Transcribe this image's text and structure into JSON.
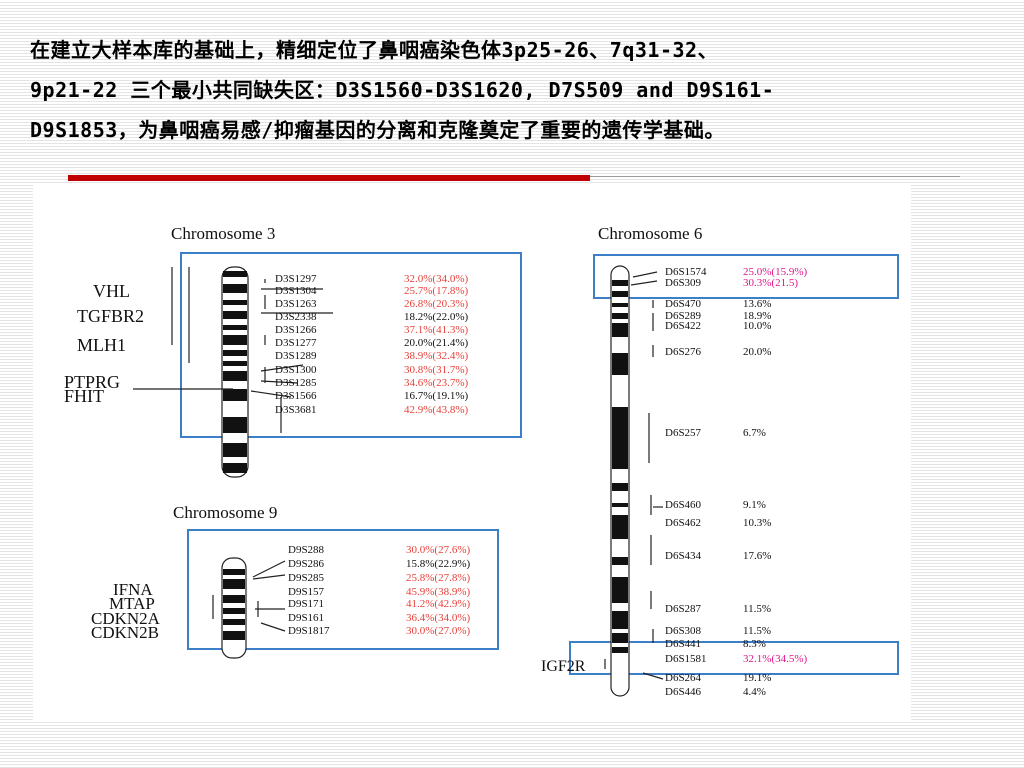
{
  "slide": {
    "text_lines": [
      "在建立大样本库的基础上，精细定位了鼻咽癌染色体3p25-26、7q31-32、",
      "9p21-22 三个最小共同缺失区：D3S1560-D3S1620, D7S509 and D9S161-",
      "D9S1853，为鼻咽癌易感/抑瘤基因的分离和克隆奠定了重要的遗传学基础。"
    ]
  },
  "figure": {
    "chr3": {
      "title": "Chromosome 3",
      "genes": [
        "VHL",
        "TGFBR2",
        "MLH1",
        "PTPRG",
        "FHIT"
      ],
      "markers": [
        {
          "name": "D3S1297",
          "value": "32.0%(34.0%)",
          "highlight": true
        },
        {
          "name": "D3S1304",
          "value": "25.7%(17.8%)",
          "highlight": true
        },
        {
          "name": "D3S1263",
          "value": "26.8%(20.3%)",
          "highlight": true
        },
        {
          "name": "D3S2338",
          "value": "18.2%(22.0%)",
          "highlight": false
        },
        {
          "name": "D3S1266",
          "value": "37.1%(41.3%)",
          "highlight": true
        },
        {
          "name": "D3S1277",
          "value": "20.0%(21.4%)",
          "highlight": false
        },
        {
          "name": "D3S1289",
          "value": "38.9%(32.4%)",
          "highlight": true
        },
        {
          "name": "D3S1300",
          "value": "30.8%(31.7%)",
          "highlight": true
        },
        {
          "name": "D3S1285",
          "value": "34.6%(23.7%)",
          "highlight": true
        },
        {
          "name": "D3S1566",
          "value": "16.7%(19.1%)",
          "highlight": false
        },
        {
          "name": "D3S3681",
          "value": "42.9%(43.8%)",
          "highlight": true
        }
      ]
    },
    "chr9": {
      "title": "Chromosome 9",
      "genes": [
        "IFNA",
        "MTAP",
        "CDKN2A",
        "CDKN2B"
      ],
      "markers": [
        {
          "name": "D9S288",
          "value": "30.0%(27.6%)",
          "highlight": true
        },
        {
          "name": "D9S286",
          "value": "15.8%(22.9%)",
          "highlight": false
        },
        {
          "name": "D9S285",
          "value": "25.8%(27.8%)",
          "highlight": true
        },
        {
          "name": "D9S157",
          "value": "45.9%(38.9%)",
          "highlight": true
        },
        {
          "name": "D9S171",
          "value": "41.2%(42.9%)",
          "highlight": true
        },
        {
          "name": "D9S161",
          "value": "36.4%(34.0%)",
          "highlight": true
        },
        {
          "name": "D9S1817",
          "value": "30.0%(27.0%)",
          "highlight": true
        }
      ]
    },
    "chr6": {
      "title": "Chromosome 6",
      "gene": "IGF2R",
      "markers": [
        {
          "name": "D6S1574",
          "value": "25.0%(15.9%)",
          "highlight": true
        },
        {
          "name": "D6S309",
          "value": "30.3%(21.5)",
          "highlight": true
        },
        {
          "name": "D6S470",
          "value": "13.6%",
          "highlight": false
        },
        {
          "name": "D6S289",
          "value": "18.9%",
          "highlight": false
        },
        {
          "name": "D6S422",
          "value": "10.0%",
          "highlight": false
        },
        {
          "name": "D6S276",
          "value": "20.0%",
          "highlight": false
        },
        {
          "name": "D6S257",
          "value": "6.7%",
          "highlight": false
        },
        {
          "name": "D6S460",
          "value": "9.1%",
          "highlight": false
        },
        {
          "name": "D6S462",
          "value": "10.3%",
          "highlight": false
        },
        {
          "name": "D6S434",
          "value": "17.6%",
          "highlight": false
        },
        {
          "name": "D6S287",
          "value": "11.5%",
          "highlight": false
        },
        {
          "name": "D6S308",
          "value": "11.5%",
          "highlight": false
        },
        {
          "name": "D6S441",
          "value": "8.3%",
          "highlight": false
        },
        {
          "name": "D6S1581",
          "value": "32.1%(34.5%)",
          "highlight": true
        },
        {
          "name": "D6S264",
          "value": "19.1%",
          "highlight": false
        },
        {
          "name": "D6S446",
          "value": "4.4%",
          "highlight": false
        }
      ]
    },
    "colors": {
      "box": "#3d7ec9",
      "highlight_chr3_chr9": "#e8413a",
      "highlight_chr6": "#e0188c",
      "text": "#111111",
      "divider": "#c00000"
    }
  }
}
